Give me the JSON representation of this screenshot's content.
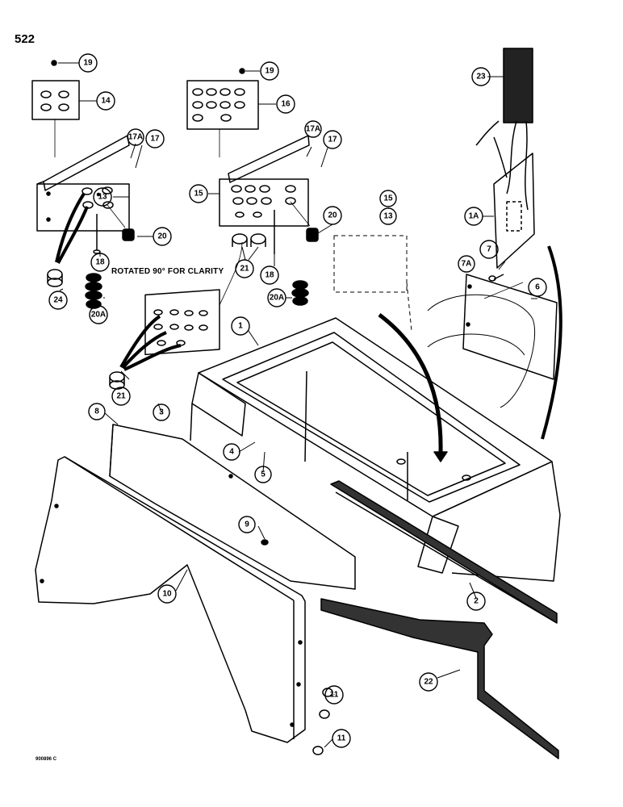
{
  "page_number": "522",
  "drawing_code": "900896 C",
  "note": "ROTATED 90° FOR CLARITY",
  "callouts": [
    "19",
    "14",
    "17A",
    "17",
    "13",
    "18",
    "20",
    "24",
    "20A",
    "19",
    "16",
    "17A",
    "17",
    "15",
    "21",
    "18",
    "20",
    "20A",
    "21",
    "23",
    "1A",
    "15",
    "13",
    "7",
    "7A",
    "6",
    "1",
    "3",
    "8",
    "4",
    "5",
    "9",
    "10",
    "2",
    "22",
    "11",
    "11"
  ]
}
